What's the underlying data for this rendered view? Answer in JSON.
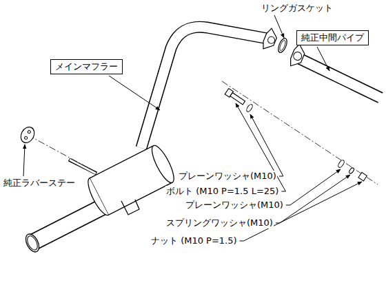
{
  "diagram": {
    "nodes": [
      {
        "text": [
          "メインマフラー"
        ]
      },
      {
        "text": [
          "純正中間パイプ"
        ]
      }
    ],
    "labels": [
      "リングガスケット",
      "純正ラバーステー",
      "プレーンワッシャ(M10)",
      "ボルト (M10 P=1.5 L=25)",
      "プレーンワッシャ(M10)",
      "スプリングワッシャ(M10)",
      "ナット (M10 P=1.5)"
    ]
  }
}
